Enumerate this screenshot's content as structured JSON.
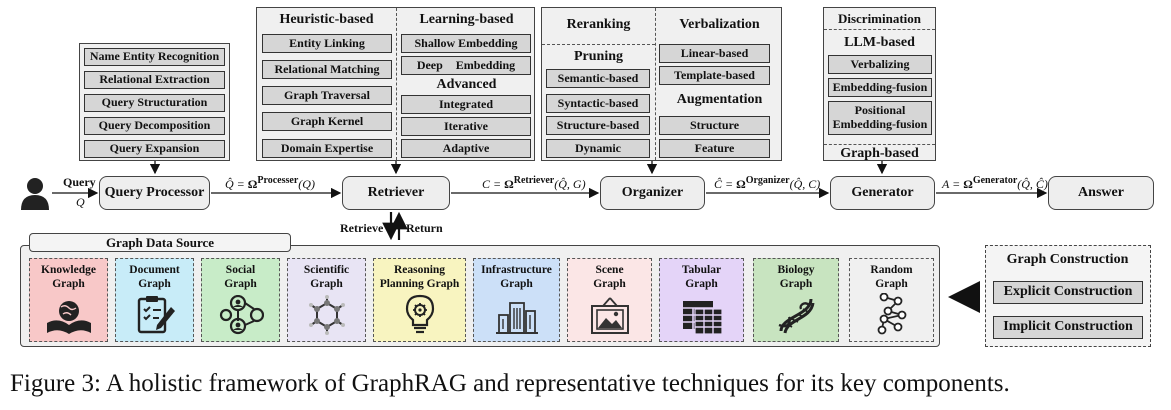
{
  "query_processor": {
    "techniques": [
      "Name Entity Recognition",
      "Relational Extraction",
      "Query Structuration",
      "Query Decomposition",
      "Query Expansion"
    ],
    "node_label": "Query Processor"
  },
  "retriever": {
    "heuristic_header": "Heuristic-based",
    "heuristic": [
      "Entity Linking",
      "Relational Matching",
      "Graph Traversal",
      "Graph Kernel",
      "Domain Expertise"
    ],
    "learning_header": "Learning-based",
    "learning": [
      "Shallow Embedding",
      "Deep Embedding"
    ],
    "advanced_header": "Advanced",
    "advanced": [
      "Integrated",
      "Iterative",
      "Adaptive"
    ],
    "node_label": "Retriever"
  },
  "organizer": {
    "reranking_header": "Reranking",
    "pruning_header": "Pruning",
    "pruning": [
      "Semantic-based",
      "Syntactic-based",
      "Structure-based",
      "Dynamic"
    ],
    "verbalization_header": "Verbalization",
    "verbalization": [
      "Linear-based",
      "Template-based"
    ],
    "augmentation_header": "Augmentation",
    "augmentation": [
      "Structure",
      "Feature"
    ],
    "node_label": "Organizer"
  },
  "generator": {
    "discrimination_header": "Discrimination",
    "llm_header": "LLM-based",
    "llm": [
      "Verbalizing",
      "Embedding-fusion",
      "Positional Embedding-fusion"
    ],
    "graph_based_header": "Graph-based",
    "node_label": "Generator"
  },
  "answer_label": "Answer",
  "query_label": "Query",
  "query_symbol": "Q",
  "equations": {
    "processor": "Q̂ = Ω^Processer(Q)",
    "retriever": "C = Ω^Retriever(Q̂, G)",
    "organizer": "Ĉ = Ω^Organizer(Q̂, C)",
    "generator": "A = Ω^Generator(Q̂, Ĉ)"
  },
  "retrieve_label": "Retrieve",
  "return_label": "Return",
  "graph_source": {
    "title": "Graph Data Source",
    "graphs": [
      {
        "name": "Knowledge Graph",
        "color": "#f8c8c8",
        "icon": "book-globe-icon"
      },
      {
        "name": "Document Graph",
        "color": "#c8ecf8",
        "icon": "document-pen-icon"
      },
      {
        "name": "Social Graph",
        "color": "#c8ecc8",
        "icon": "people-network-icon"
      },
      {
        "name": "Scientific Graph",
        "color": "#e8e4f4",
        "icon": "molecule-icon"
      },
      {
        "name": "Reasoning Planning Graph",
        "color": "#f8f4c0",
        "icon": "lightbulb-gear-icon"
      },
      {
        "name": "Infrastructure Graph",
        "color": "#cce0f8",
        "icon": "city-icon"
      },
      {
        "name": "Scene Graph",
        "color": "#fbe6e6",
        "icon": "picture-frame-icon"
      },
      {
        "name": "Tabular Graph",
        "color": "#e4d4f8",
        "icon": "table-icon"
      },
      {
        "name": "Biology Graph",
        "color": "#c8e4c0",
        "icon": "dna-icon"
      },
      {
        "name": "Random Graph",
        "color": "#f0f0f0",
        "icon": "random-nodes-icon"
      }
    ]
  },
  "graph_construction": {
    "title": "Graph Construction",
    "items": [
      "Explicit Construction",
      "Implicit Construction"
    ]
  },
  "caption": "Figure 3: A holistic framework of GraphRAG and representative techniques for its key components."
}
